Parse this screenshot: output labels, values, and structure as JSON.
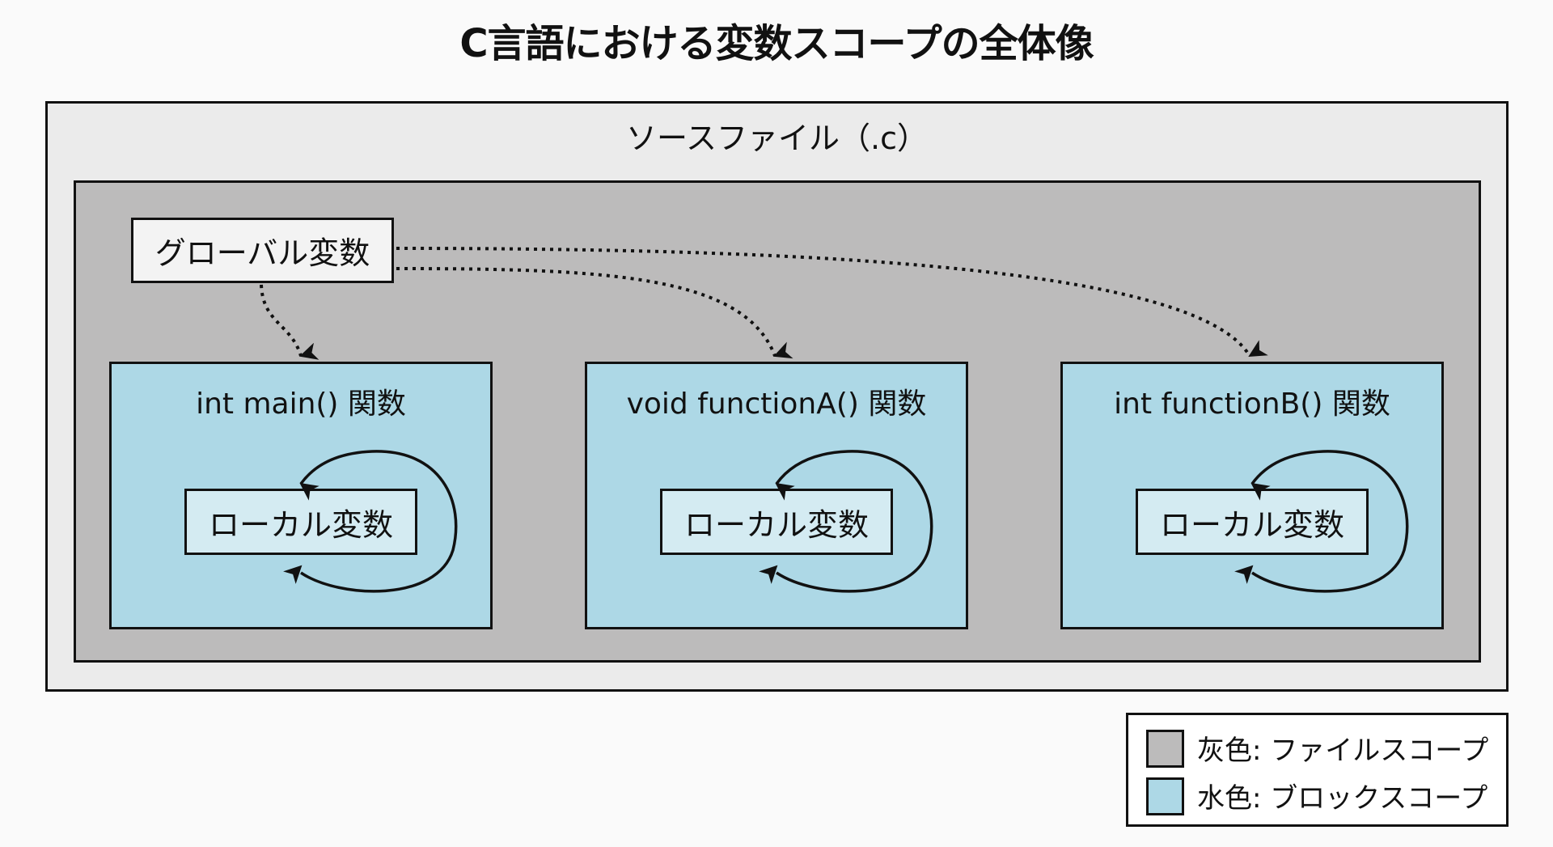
{
  "title": "C言語における変数スコープの全体像",
  "source_file": {
    "label": "ソースファイル（.c）"
  },
  "global_variable": {
    "label": "グローバル変数"
  },
  "functions": [
    {
      "title": "int main() 関数",
      "local_label": "ローカル変数"
    },
    {
      "title": "void functionA() 関数",
      "local_label": "ローカル変数"
    },
    {
      "title": "int functionB() 関数",
      "local_label": "ローカル変数"
    }
  ],
  "legend": {
    "items": [
      {
        "label": "灰色: ファイルスコープ",
        "color": "#bcbbbb"
      },
      {
        "label": "水色: ブロックスコープ",
        "color": "#add8e6"
      }
    ]
  },
  "colors": {
    "file_scope": "#bcbbbb",
    "block_scope": "#add8e6",
    "source_bg": "#ebebeb"
  }
}
